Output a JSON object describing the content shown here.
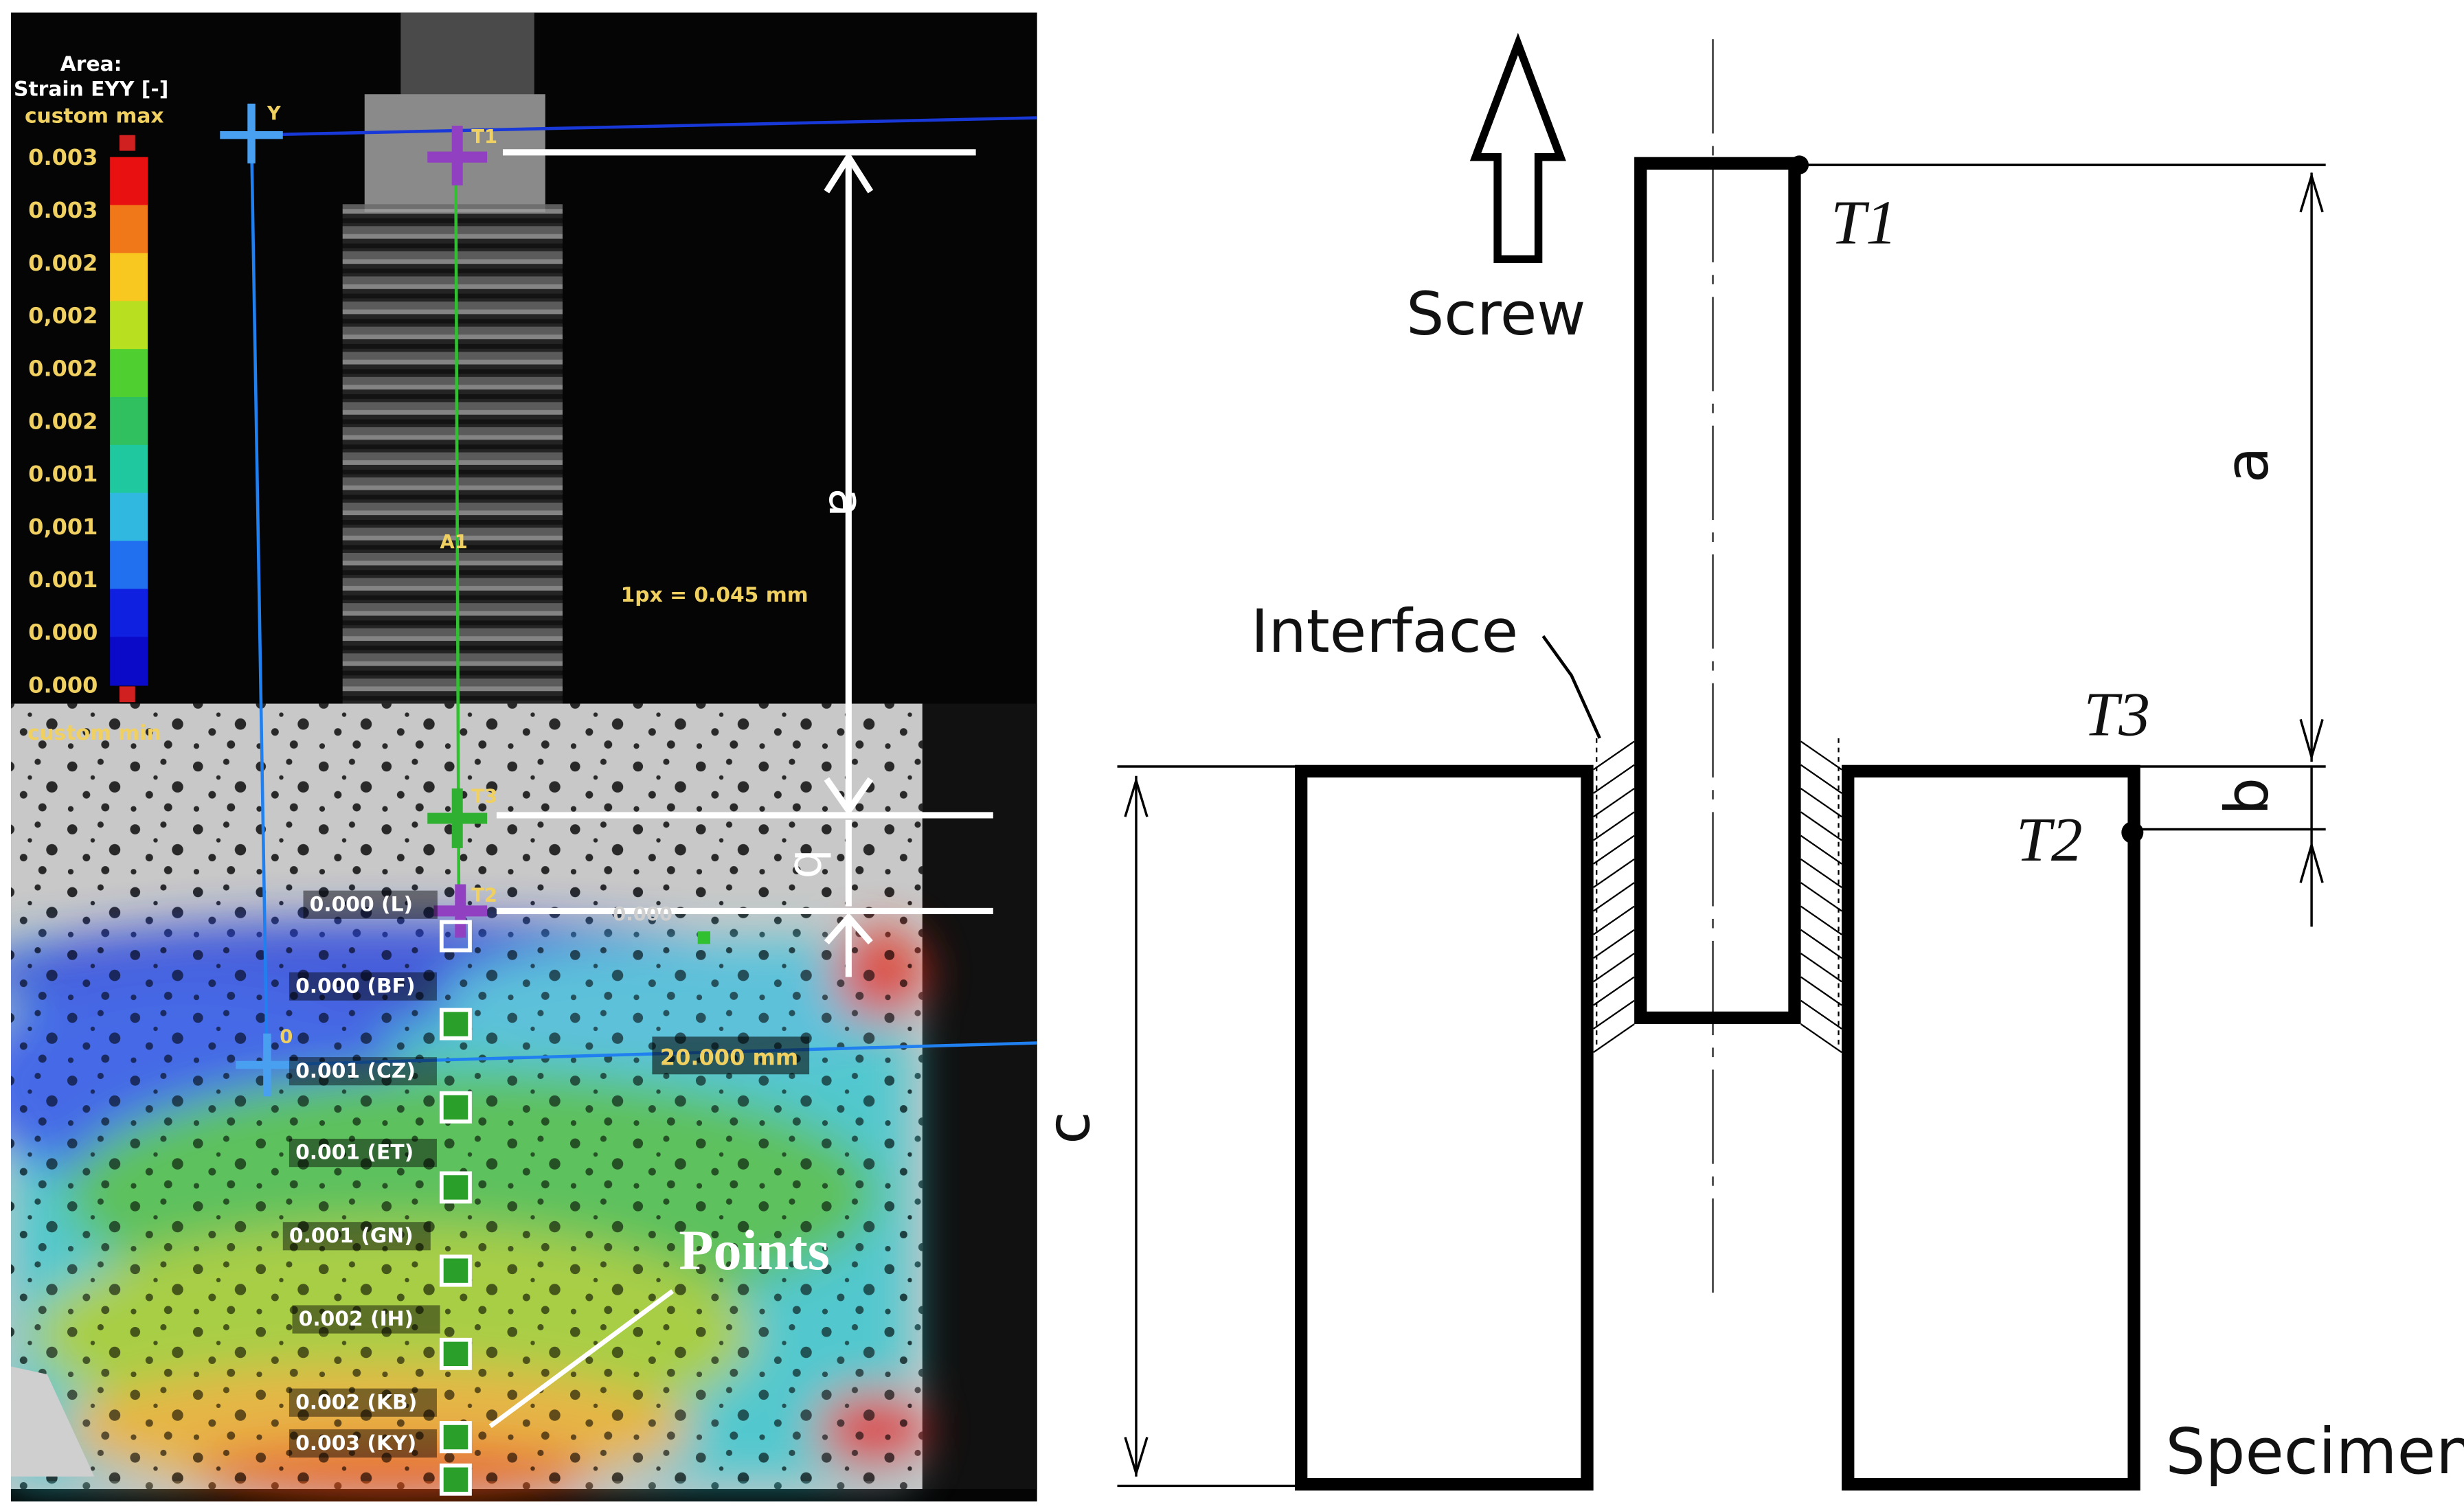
{
  "photo": {
    "legend": {
      "header_line1": "Area:",
      "header_line2": "Strain EYY [-]",
      "max_label": "custom max",
      "min_label": "custom min",
      "ticks": [
        "0.003",
        "0.003",
        "0.002",
        "0,002",
        "0.002",
        "0.002",
        "0.001",
        "0,001",
        "0.001",
        "0.000",
        "0.000"
      ],
      "colors": [
        "#e81010",
        "#f07818",
        "#f8c820",
        "#b8e020",
        "#50d030",
        "#30c060",
        "#20c8a0",
        "#30b8e0",
        "#2070f0",
        "#1020e0",
        "#0a0ac8"
      ]
    },
    "markers": {
      "y_axis": "Y",
      "origin": "0",
      "t1": "T1",
      "t3": "T3",
      "t2": "T2",
      "a1": "A1"
    },
    "scale_text": "1px = 0.045 mm",
    "distance_text": "20.000 mm",
    "hidden_value": "0.000",
    "dim_a": "a",
    "dim_b": "b",
    "points_label": "Points",
    "point_values": [
      "0.000 (L)",
      "0.000 (BF)",
      "0.001 (CZ)",
      "0.001 (ET)",
      "0.001 (GN)",
      "0.002 (IH)",
      "0.002 (KB)",
      "0.003 (KY)"
    ]
  },
  "schematic": {
    "screw_label": "Screw",
    "interface_label": "Interface",
    "specimen_label": "Specimen",
    "t1": "T1",
    "t3": "T3",
    "t2": "T2",
    "dim_a": "a",
    "dim_b": "b",
    "dim_c": "c"
  }
}
